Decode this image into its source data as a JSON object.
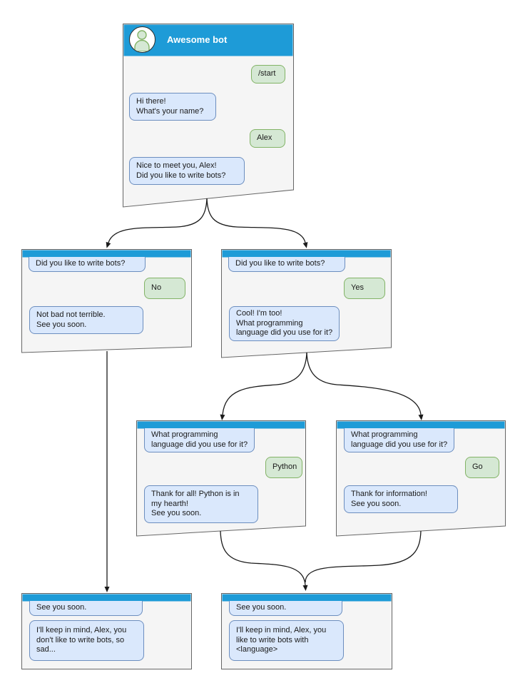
{
  "colors": {
    "header_blue": "#1E9BD7",
    "panel_fill": "#F5F5F5",
    "panel_border": "#666666",
    "bot_bubble_fill": "#DAE8FC",
    "bot_bubble_border": "#6C8EBF",
    "user_bubble_fill": "#D5E8D4",
    "user_bubble_border": "#82B366"
  },
  "windows": [
    {
      "id": "main",
      "title": "Awesome bot",
      "avatar_icon": "person-icon",
      "messages": [
        {
          "from": "user",
          "text": "/start"
        },
        {
          "from": "bot",
          "text": "Hi there!\nWhat's your name?"
        },
        {
          "from": "user",
          "text": "Alex"
        },
        {
          "from": "bot",
          "text": "Nice to meet you, Alex!\nDid you like to write bots?"
        }
      ]
    },
    {
      "id": "branch-no",
      "messages": [
        {
          "from": "bot",
          "text": "Did you like to write bots?"
        },
        {
          "from": "user",
          "text": "No"
        },
        {
          "from": "bot",
          "text": "Not bad not terrible.\nSee you soon."
        }
      ]
    },
    {
      "id": "branch-yes",
      "messages": [
        {
          "from": "bot",
          "text": "Did you like to write bots?"
        },
        {
          "from": "user",
          "text": "Yes"
        },
        {
          "from": "bot",
          "text": "Cool! I'm too!\nWhat programming\nlanguage did you use for it?"
        }
      ]
    },
    {
      "id": "branch-python",
      "messages": [
        {
          "from": "bot",
          "text": "What programming\nlanguage did you use for it?"
        },
        {
          "from": "user",
          "text": "Python"
        },
        {
          "from": "bot",
          "text": "Thank for all! Python is in\nmy hearth!\nSee you soon."
        }
      ]
    },
    {
      "id": "branch-go",
      "messages": [
        {
          "from": "bot",
          "text": "What programming\nlanguage did you use for it?"
        },
        {
          "from": "user",
          "text": "Go"
        },
        {
          "from": "bot",
          "text": "Thank for information!\nSee you soon."
        }
      ]
    },
    {
      "id": "end-no",
      "messages": [
        {
          "from": "bot",
          "text": "See you soon."
        },
        {
          "from": "bot",
          "text": "I'll keep in mind, Alex, you\ndon't like to write bots, so\nsad..."
        }
      ]
    },
    {
      "id": "end-yes",
      "messages": [
        {
          "from": "bot",
          "text": "See you soon."
        },
        {
          "from": "bot",
          "text": "I'll keep in mind, Alex, you\nlike to write bots with\n<language>"
        }
      ]
    }
  ]
}
